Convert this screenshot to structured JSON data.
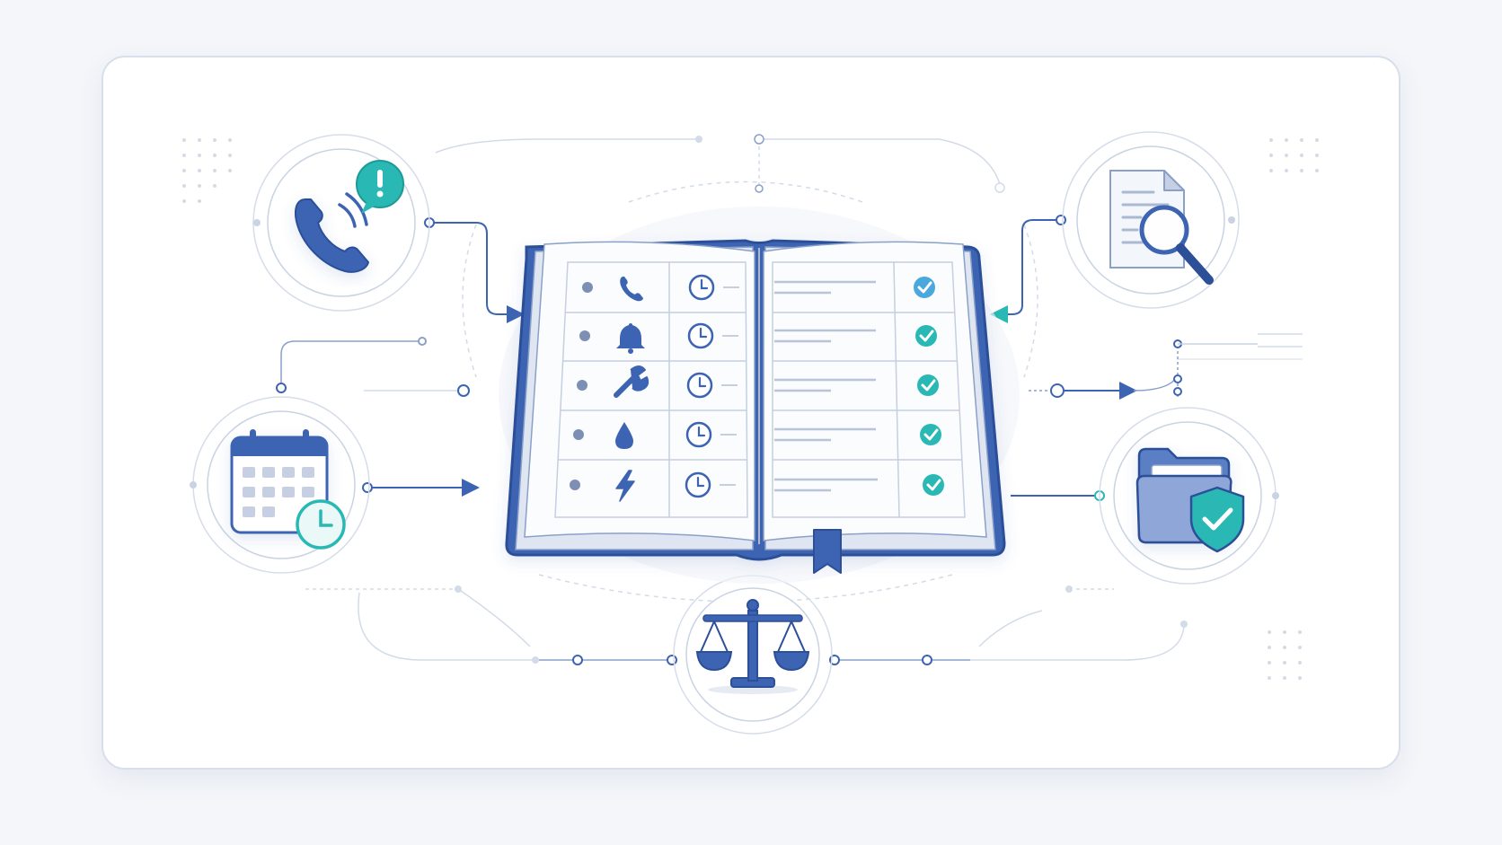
{
  "colors": {
    "primary": "#3d64b3",
    "primary_dark": "#2c4f98",
    "teal": "#29b8b4",
    "light_line": "#c9d3e3",
    "page_bg": "#f4f6fa",
    "card_bg": "#ffffff",
    "text_lines": "#b9c4d8"
  },
  "diagram": {
    "center": {
      "name": "logbook",
      "icon": "open-book-icon"
    },
    "nodes": [
      {
        "name": "emergency-call",
        "icon": "phone-alert-icon"
      },
      {
        "name": "scheduling",
        "icon": "calendar-clock-icon"
      },
      {
        "name": "document-review",
        "icon": "document-search-icon"
      },
      {
        "name": "secure-records",
        "icon": "folder-shield-icon"
      },
      {
        "name": "compliance",
        "icon": "balance-scale-icon"
      }
    ],
    "log_rows": [
      {
        "icon": "phone-icon",
        "status": "checked"
      },
      {
        "icon": "bell-icon",
        "status": "checked"
      },
      {
        "icon": "wrench-icon",
        "status": "checked"
      },
      {
        "icon": "water-drop-icon",
        "status": "checked"
      },
      {
        "icon": "lightning-icon",
        "status": "checked"
      }
    ]
  }
}
